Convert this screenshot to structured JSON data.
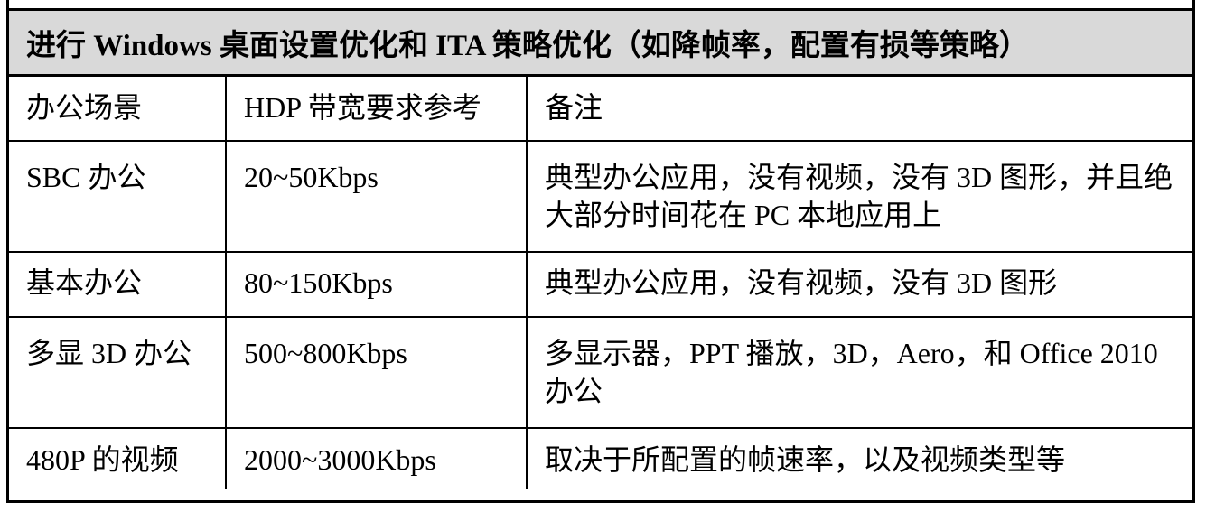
{
  "title": "进行 Windows 桌面设置优化和 ITA 策略优化（如降帧率，配置有损等策略）",
  "table": {
    "headers": [
      "办公场景",
      "HDP 带宽要求参考",
      "备注"
    ],
    "rows": [
      [
        "SBC 办公",
        "20~50Kbps",
        "典型办公应用，没有视频，没有 3D 图形，并且绝大部分时间花在 PC 本地应用上"
      ],
      [
        "基本办公",
        "80~150Kbps",
        "典型办公应用，没有视频，没有 3D 图形"
      ],
      [
        "多显 3D 办公",
        "500~800Kbps",
        "多显示器，PPT 播放，3D，Aero，和 Office 2010 办公"
      ],
      [
        "480P 的视频",
        "2000~3000Kbps",
        "取决于所配置的帧速率，以及视频类型等"
      ]
    ]
  }
}
